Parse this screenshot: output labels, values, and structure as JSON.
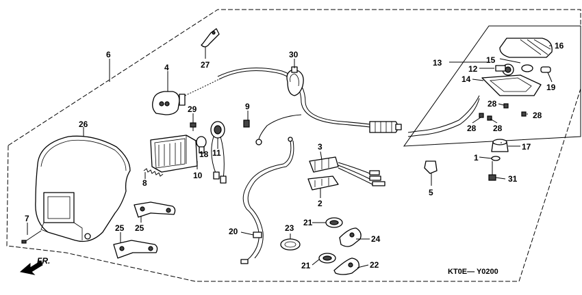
{
  "diagram": {
    "callouts": {
      "c1": "1",
      "c2": "2",
      "c3": "3",
      "c4": "4",
      "c5": "5",
      "c6": "6",
      "c7": "7",
      "c8": "8",
      "c9": "9",
      "c10": "10",
      "c11": "11",
      "c12": "12",
      "c13": "13",
      "c14": "14",
      "c15": "15",
      "c16": "16",
      "c17": "17",
      "c18": "18",
      "c19": "19",
      "c20": "20",
      "c21a": "21",
      "c21b": "21",
      "c22": "22",
      "c23": "23",
      "c24": "24",
      "c25a": "25",
      "c25b": "25",
      "c26": "26",
      "c27": "27",
      "c28a": "28",
      "c28b": "28",
      "c28c": "28",
      "c28d": "28",
      "c29": "29",
      "c30": "30",
      "c31": "31"
    },
    "direction_label": "FR.",
    "diagram_code": "KT0E— Y0200"
  }
}
